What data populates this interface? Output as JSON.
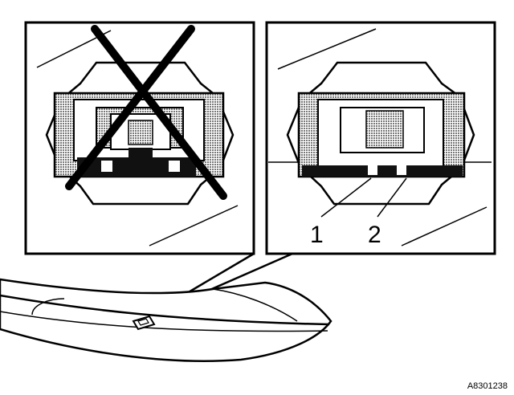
{
  "callouts": {
    "item_1": "1",
    "item_2": "2"
  },
  "reference_code": "A8301238",
  "colors": {
    "ink": "#000000",
    "paper": "#ffffff",
    "halftone": "#8a8a8a"
  }
}
